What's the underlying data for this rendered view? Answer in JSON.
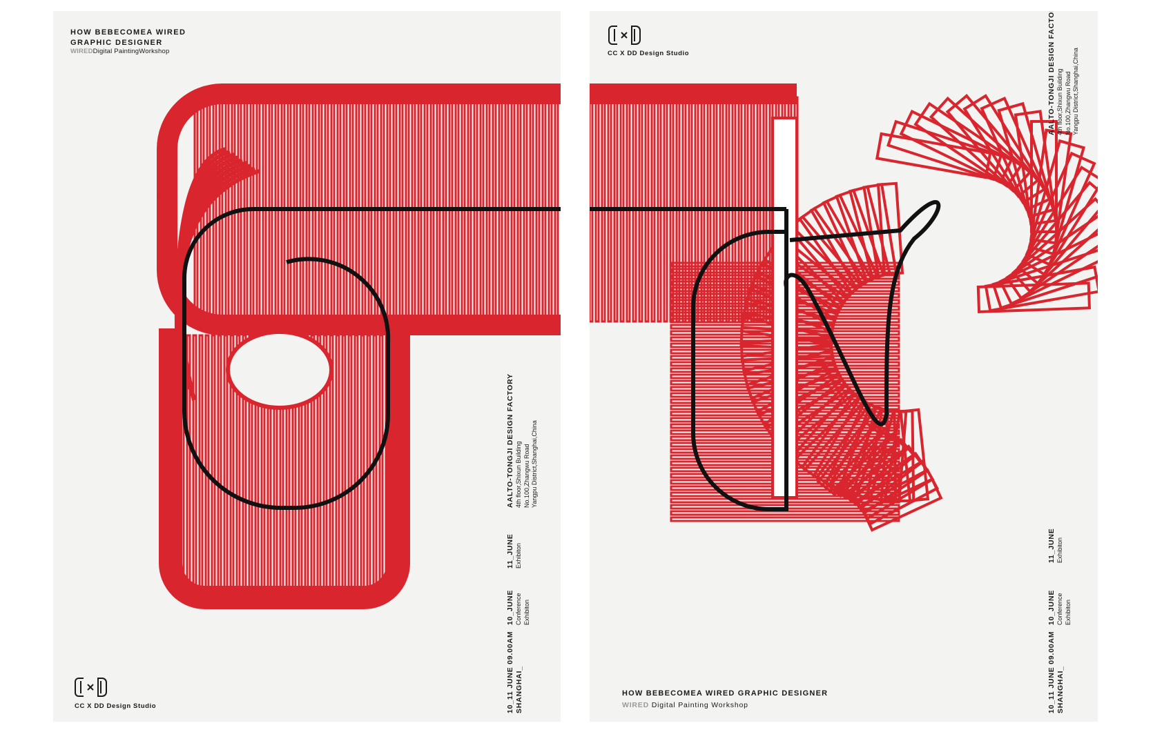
{
  "left_poster": {
    "headline_line1": "HOW BEBECOMEA WIRED",
    "headline_line2": "GRAPHIC DESIGNER",
    "sub_grey": "WIRED",
    "sub_rest": "Digital PaintingWorkshop",
    "brand": "CC X DD Design Studio",
    "venue_title": "AALTO-TONGJI DESIGN FACTORY",
    "venue_line1": "4th floor,Shixun Building",
    "venue_line2": "No.100,Zhangwu Road",
    "venue_line3": "Yangpu District,Shanghai,China",
    "day11_title": "11_JUNE",
    "day11_line1": "Exhibiton",
    "day10_title": "10_JUNE",
    "day10_line1": "Conference",
    "day10_line2": "Exhibiton",
    "dates_title": "10_11 JUNE  09.00AM",
    "dates_line1": "SHANGHAI_"
  },
  "right_poster": {
    "brand": "CC X DD Design Studio",
    "venue_title": "AALTO-TONGJI DESIGN FACTORY",
    "venue_line1": "4th floor,Shixun Building",
    "venue_line2": "No.100,Zhangwu Road",
    "venue_line3": "Yangpu District,Shanghai,China",
    "day11_title": "11_JUNE",
    "day11_line1": "Exhibiton",
    "day10_title": "10_JUNE",
    "day10_line1": "Conference",
    "day10_line2": "Exhibiton",
    "dates_title": "10_11 JUNE  09.00AM",
    "dates_line1": "SHANGHAI_",
    "headline": "HOW BEBECOMEA WIRED GRAPHIC DESIGNER",
    "sub_grey": "WIRED",
    "sub_rest": "Digital Painting Workshop"
  },
  "colors": {
    "red": "#d9262e",
    "black": "#111111",
    "paper": "#f3f3f1"
  },
  "icons": {
    "logo": "cxd-logo-icon"
  }
}
